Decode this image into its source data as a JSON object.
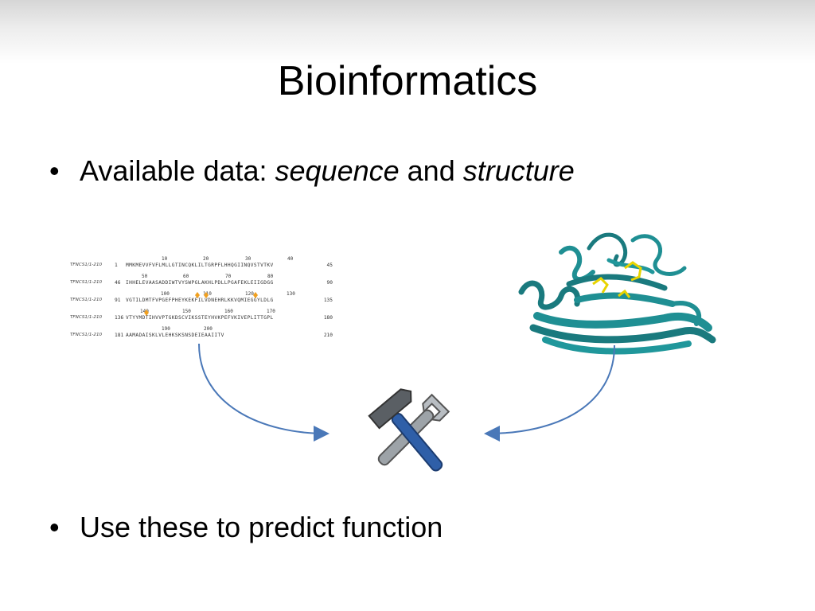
{
  "slide": {
    "title": "Bioinformatics",
    "bullets": [
      {
        "prefix": "Available data: ",
        "em1": "sequence",
        "middle": " and ",
        "em2": "structure"
      },
      {
        "text": "Use these to predict function"
      }
    ]
  },
  "alignment": {
    "rows": [
      {
        "name": "TFNCS1/1-210",
        "start": "1",
        "residues": "MMKMEVVFVFLMLLGTINCQKLILTGRPFLHHQGIINQVSTVTKV",
        "end": "45",
        "ruler": [
          "10",
          "20",
          "30",
          "40"
        ]
      },
      {
        "name": "TFNCS1/1-210",
        "start": "46",
        "residues": "IHHELEVAASADDIWTVYSWPGLAKHLPDLLPGAFEKLEIIGDGG",
        "end": "90",
        "ruler": [
          "50",
          "60",
          "70",
          "80"
        ]
      },
      {
        "name": "TFNCS1/1-210",
        "start": "91",
        "residues": "VGTILDMTFVPGEFPHEYKEKFILVDNEHRLKKVQMIEGGYLDLG",
        "end": "135",
        "ruler": [
          "100",
          "110",
          "120",
          "130"
        ]
      },
      {
        "name": "TFNCS1/1-210",
        "start": "136",
        "residues": "VTYYMDTIHVVPTGKDSCVIKSSTEYHVKPEFVKIVEPLITTGPL",
        "end": "180",
        "ruler": [
          "140",
          "150",
          "160",
          "170"
        ]
      },
      {
        "name": "TFNCS1/1-210",
        "start": "181",
        "residues": "AAMADAISKLVLEHKSKSNSDEIEAAIITV",
        "end": "210",
        "ruler": [
          "190",
          "200"
        ]
      }
    ],
    "marker_color": "#f0a020"
  },
  "icons": {
    "tools": "hammer-and-wrench-icon",
    "protein": "protein-ribbon-structure"
  },
  "colors": {
    "arrow": "#4a78b8",
    "protein": "#1f8f93",
    "ligand": "#e8d400",
    "wrench_handle": "#2f5fa8"
  }
}
